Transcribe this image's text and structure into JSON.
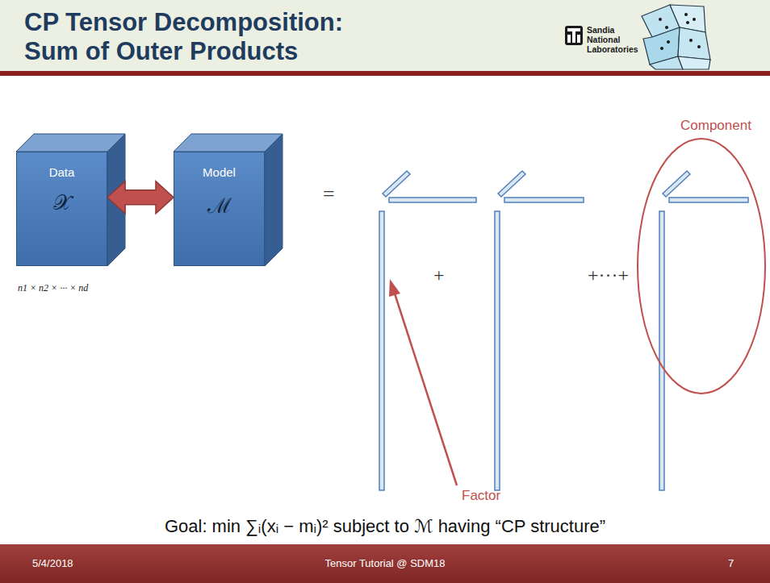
{
  "diagram": {
    "title": "CP Tensor Decomposition: Sum of Outer Products",
    "nodes": [
      {
        "text": [
          "Data",
          "𝒳"
        ]
      },
      {
        "text": [
          "Model",
          "ℳ"
        ]
      }
    ],
    "edges": [
      {
        "from": 0,
        "to": 1,
        "arrow": "both"
      }
    ],
    "labels": [
      "Sandia National Laboratories",
      "n1 × n2 × ··· × nd",
      "=",
      "+",
      "+···+",
      "Component",
      "Factor",
      "Goal: min ∑ᵢ(xᵢ − mᵢ)² subject to ℳ having “CP structure”",
      "5/4/2018",
      "Tensor Tutorial @ SDM18",
      "7"
    ]
  }
}
